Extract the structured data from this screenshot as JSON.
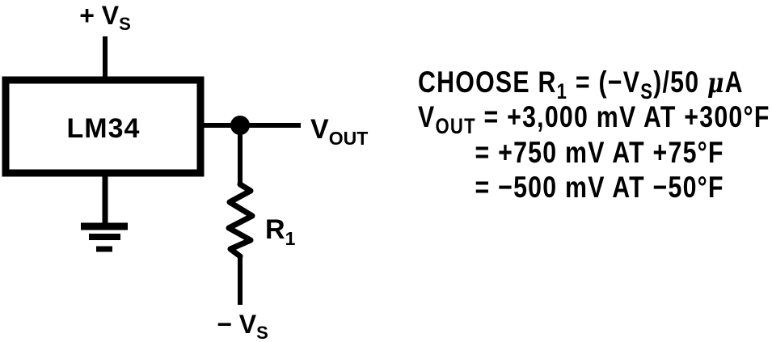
{
  "circuit": {
    "component": "LM34",
    "supply_pos": {
      "main": "+ V",
      "sub": "S"
    },
    "supply_neg": {
      "main": "− V",
      "sub": "S"
    },
    "output": {
      "main": "V",
      "sub": "OUT"
    },
    "resistor": {
      "main": "R",
      "sub": "1"
    }
  },
  "equations": {
    "line1": {
      "a": "CHOOSE R",
      "b": "1",
      "c": " = (−V",
      "d": "S",
      "e": ")/50 ",
      "f": "μ",
      "g": "A"
    },
    "line2": {
      "a": "V",
      "b": "OUT",
      "c": " = +3,000 mV AT +300°F"
    },
    "line3": "= +750 mV AT +75°F",
    "line4": "= −500 mV AT −50°F"
  },
  "colors": {
    "ink": "#000000",
    "background": "#ffffff"
  }
}
